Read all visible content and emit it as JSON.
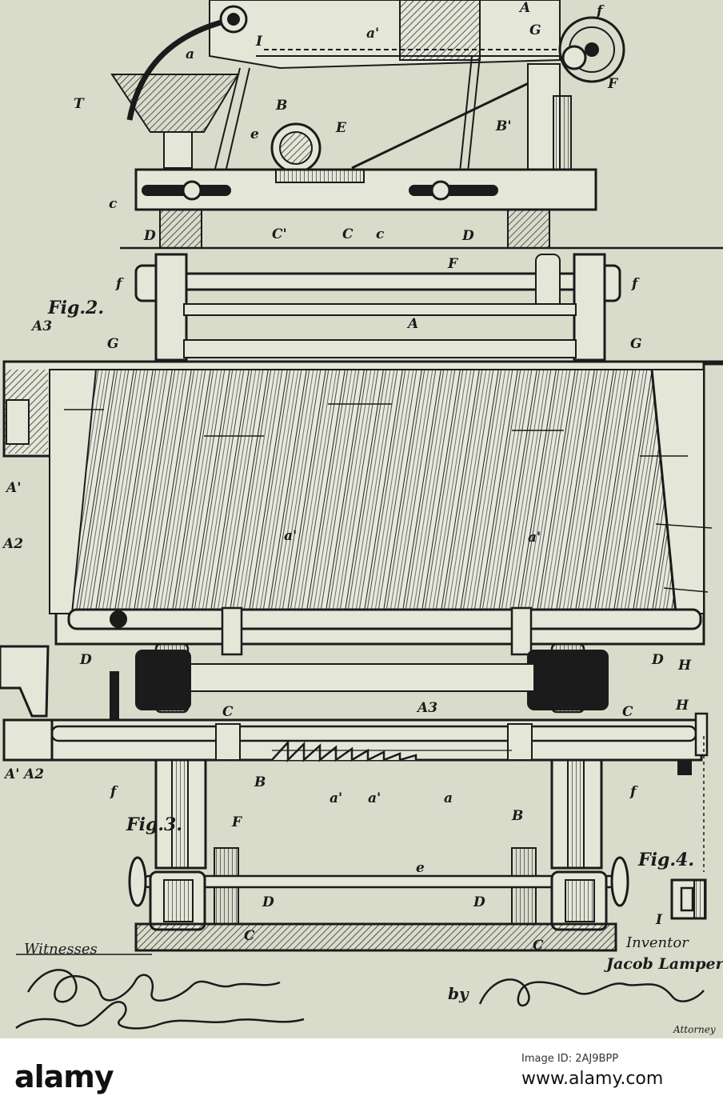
{
  "labels": {
    "fig1": [
      "A",
      "G",
      "f",
      "a",
      "a'",
      "I",
      "T",
      "B",
      "B'",
      "F",
      "E",
      "e",
      "c",
      "D",
      "C'",
      "C",
      "c",
      "D"
    ],
    "fig2": [
      "F",
      "f",
      "f",
      "A3",
      "G",
      "G",
      "A",
      "A'",
      "A2",
      "a'",
      "a'",
      "D",
      "D",
      "C",
      "C",
      "H"
    ],
    "fig3": [
      "A3",
      "H",
      "A'",
      "A2",
      "f",
      "F",
      "a'",
      "a'",
      "a",
      "f",
      "B",
      "B",
      "e",
      "D",
      "D",
      "C",
      "C",
      "I"
    ]
  },
  "figure_labels": {
    "fig2": "Fig.2.",
    "fig3": "Fig.3.",
    "fig4": "Fig.4."
  },
  "captions": {
    "witnesses": "Witnesses",
    "inventor": "Inventor",
    "inventor_name": "Jacob Lampert",
    "by": "by",
    "attorney": "Attorney"
  },
  "signatures": {
    "witness_1": "M. E. Fowler.",
    "witness_2": "James R. Mansfield",
    "attorney": "Alexander & Dowell."
  },
  "stock_bar": {
    "logo": "alamy",
    "image_id": "Image ID: 2AJ9BPP",
    "url": "www.alamy.com"
  },
  "colors": {
    "paper": "#d9dccb",
    "ink": "#1b1b1b",
    "stock_bar": "#ffffff"
  }
}
